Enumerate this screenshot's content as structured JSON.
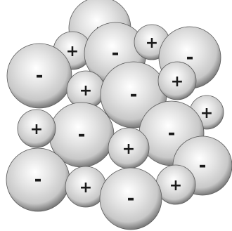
{
  "colors": {
    "ion_outline": "#5a5a5a",
    "ion_highlight": "#ffffff",
    "ion_mid": "#c8c8c8",
    "ion_shadow": "#7a7a7a",
    "sign": "#1a1a1a",
    "background": "#ffffff"
  },
  "signs": {
    "anion": "-",
    "cation": "+"
  },
  "ions": [
    {
      "type": "anion"
    },
    {
      "type": "cation"
    },
    {
      "type": "anion"
    },
    {
      "type": "cation"
    },
    {
      "type": "anion"
    },
    {
      "type": "anion"
    },
    {
      "type": "cation"
    },
    {
      "type": "anion"
    },
    {
      "type": "cation"
    },
    {
      "type": "cation"
    },
    {
      "type": "anion"
    },
    {
      "type": "anion"
    },
    {
      "type": "cation"
    },
    {
      "type": "cation"
    },
    {
      "type": "anion"
    },
    {
      "type": "anion"
    },
    {
      "type": "cation"
    },
    {
      "type": "cation"
    },
    {
      "type": "anion"
    }
  ]
}
